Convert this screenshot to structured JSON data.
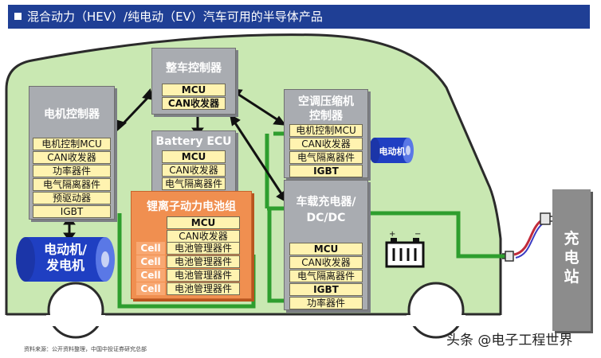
{
  "header": {
    "title": "混合动力（HEV）/纯电动（EV）汽车可用的半导体产品"
  },
  "vehicle_controller": {
    "title": "整车控制器",
    "items": [
      "MCU",
      "CAN收发器"
    ]
  },
  "motor_controller": {
    "title": "电机控制器",
    "items": [
      "电机控制MCU",
      "CAN收发器",
      "功率器件",
      "电气隔离器件",
      "预驱动器",
      "IGBT"
    ]
  },
  "battery_ecu": {
    "title": "Battery ECU",
    "items": [
      "MCU",
      "CAN收发器",
      "电气隔离器件"
    ]
  },
  "ac_compressor": {
    "title_line1": "空调压缩机",
    "title_line2": "控制器",
    "items": [
      "电机控制MCU",
      "CAN收发器",
      "电气隔离器件",
      "IGBT"
    ]
  },
  "onboard_charger": {
    "title_line1": "车载充电器/",
    "title_line2": "DC/DC",
    "items": [
      "MCU",
      "CAN收发器",
      "电气隔离器件",
      "IGBT",
      "功率器件"
    ]
  },
  "battery_pack": {
    "title": "锂离子动力电池组",
    "items": [
      "MCU",
      "CAN收发器"
    ],
    "cell_label": "Cell",
    "cell_item": "电池管理器件",
    "cell_count": 4
  },
  "motor_generator": {
    "line1": "电动机/",
    "line2": "发电机"
  },
  "ac_motor": {
    "label": "电动机"
  },
  "charging_station": {
    "label": "充电站"
  },
  "source": "资料来源：公开资料整理，中国中投证券研究总部",
  "watermark": "头条 @电子工程世界",
  "colors": {
    "header": "#1f3f95",
    "car_body": "#c9e8b2",
    "module": "#a9acb1",
    "item": "#fff3b0",
    "battery": "#f08f50",
    "wire": "#2e9e2e",
    "motor": "#1f3fc2"
  }
}
